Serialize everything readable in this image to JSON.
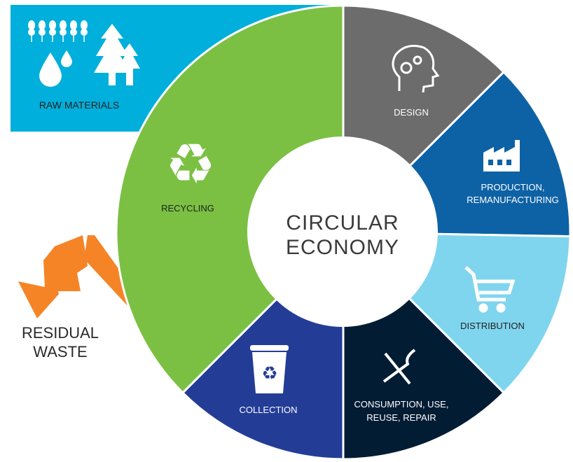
{
  "title": {
    "line1": "CIRCULAR",
    "line2": "ECONOMY"
  },
  "raw_materials": {
    "label": "RAW MATERIALS",
    "color": "#00afdb"
  },
  "residual_waste": {
    "line1": "RESIDUAL",
    "line2": "WASTE",
    "color": "#f58426"
  },
  "segments": {
    "design": {
      "label": "DESIGN",
      "color": "#6d6c6c",
      "icon": "head-gears-icon"
    },
    "production": {
      "line1": "PRODUCTION,",
      "line2": "REMANUFACTURING",
      "color": "#0d62a5",
      "icon": "factory-icon"
    },
    "distribution": {
      "label": "DISTRIBUTION",
      "color": "#80d5ee",
      "icon": "cart-icon"
    },
    "consumption": {
      "line1": "CONSUMPTION, USE,",
      "line2": "REUSE, REPAIR",
      "color": "#021c34",
      "icon": "tools-icon"
    },
    "collection": {
      "label": "COLLECTION",
      "color": "#233d96",
      "icon": "recycle-bin-icon"
    },
    "recycling": {
      "label": "RECYCLING",
      "color": "#7bc043",
      "icon": "recycle-icon"
    }
  }
}
